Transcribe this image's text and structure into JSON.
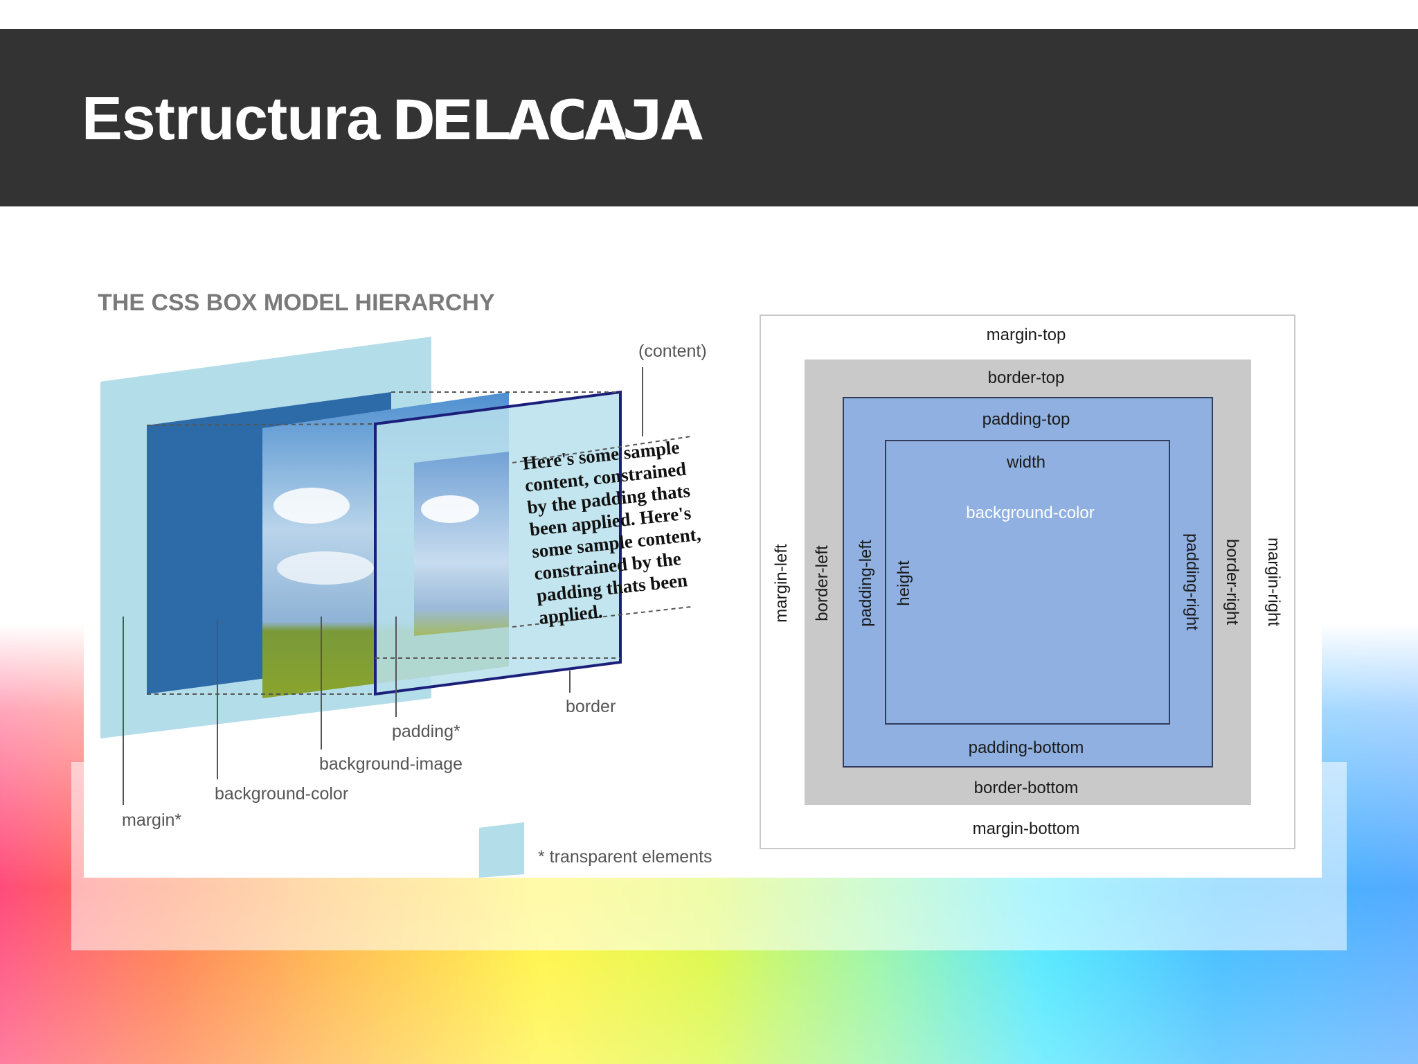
{
  "slide": {
    "title_main": "Estructura",
    "title_decorative": "DELACAJA"
  },
  "left_diagram": {
    "heading": "THE CSS BOX MODEL HIERARCHY",
    "labels": {
      "content": "(content)",
      "border": "border",
      "padding": "padding*",
      "background_image": "background-image",
      "background_color": "background-color",
      "margin": "margin*",
      "transparent": "* transparent elements"
    },
    "sample_text_lines": [
      "Here's some sample",
      "content, constrained",
      "by the padding thats",
      "been applied. Here's",
      "some sample content,",
      "constrained by the",
      "padding thats been",
      "applied."
    ]
  },
  "right_diagram": {
    "margin_top": "margin-top",
    "border_top": "border-top",
    "padding_top": "padding-top",
    "width": "width",
    "background_color": "background-color",
    "height": "height",
    "padding_bottom": "padding-bottom",
    "border_bottom": "border-bottom",
    "margin_bottom": "margin-bottom",
    "margin_left": "margin-left",
    "border_left": "border-left",
    "padding_left": "padding-left",
    "padding_right": "padding-right",
    "border_right": "border-right",
    "margin_right": "margin-right"
  },
  "colors": {
    "header_bg": "#333333",
    "margin_light_blue": "#b3dde8",
    "bg_color_blue": "#2d6aa8",
    "border_navy": "#1b1f7a",
    "padding_blue": "#8fb0e0",
    "border_gray": "#c9c9c9"
  }
}
